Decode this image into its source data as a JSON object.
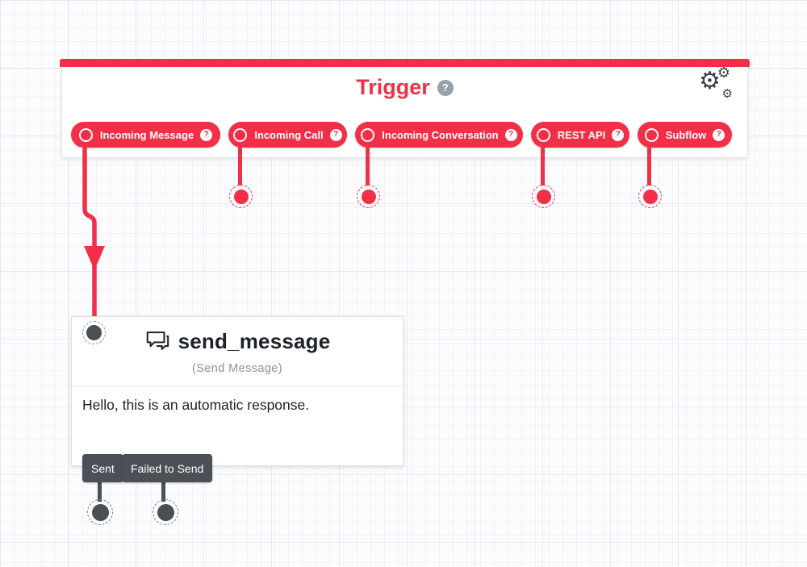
{
  "colors": {
    "accent_red": "#F22F46",
    "dark_gray": "#4A4F55"
  },
  "icons": {
    "gear": "⚙",
    "help": "?",
    "chat": "chat-bubbles-icon"
  },
  "trigger": {
    "title": "Trigger",
    "pills": [
      {
        "label": "Incoming Message"
      },
      {
        "label": "Incoming Call"
      },
      {
        "label": "Incoming Conversation"
      },
      {
        "label": "REST API"
      },
      {
        "label": "Subflow"
      }
    ]
  },
  "widget": {
    "title": "send_message",
    "type_label": "(Send Message)",
    "body_text": "Hello, this is an automatic response.",
    "transitions": [
      {
        "label": "Sent"
      },
      {
        "label": "Failed to Send"
      }
    ]
  }
}
